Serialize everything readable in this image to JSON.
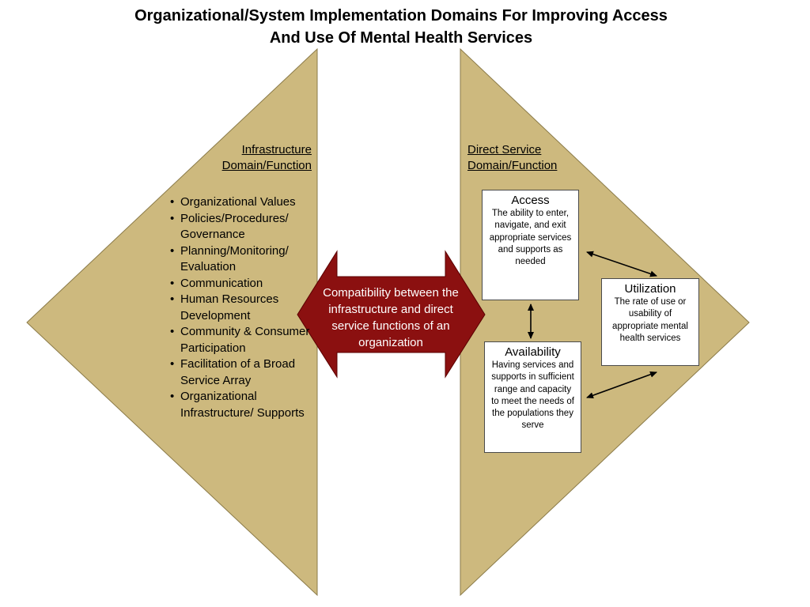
{
  "title": {
    "line1": "Organizational/System Implementation Domains For Improving Access",
    "line2": "And Use Of Mental Health Services"
  },
  "infrastructure": {
    "heading_line1": "Infrastructure",
    "heading_line2": "Domain/Function",
    "items": [
      "Organizational Values",
      "Policies/Procedures/ Governance",
      "Planning/Monitoring/ Evaluation",
      "Communication",
      "Human Resources Development",
      "Community & Consumer Participation",
      "Facilitation of a Broad Service Array",
      "Organizational Infrastructure/ Supports"
    ]
  },
  "direct_service": {
    "heading_line1": "Direct Service",
    "heading_line2": "Domain/Function",
    "access": {
      "title": "Access",
      "description": "The ability to enter, navigate, and exit appropriate services and supports as needed"
    },
    "utilization": {
      "title": "Utilization",
      "description": "The rate of use or usability of appropriate mental health services"
    },
    "availability": {
      "title": "Availability",
      "description": "Having services and supports in sufficient range and capacity to meet the needs of the populations they serve"
    }
  },
  "compatibility": {
    "text": "Compatibility between the infrastructure and direct service functions of an organization"
  },
  "colors": {
    "domain_fill": "#CDB97E",
    "arrow_fill": "#8B1010",
    "connector": "#000000"
  }
}
